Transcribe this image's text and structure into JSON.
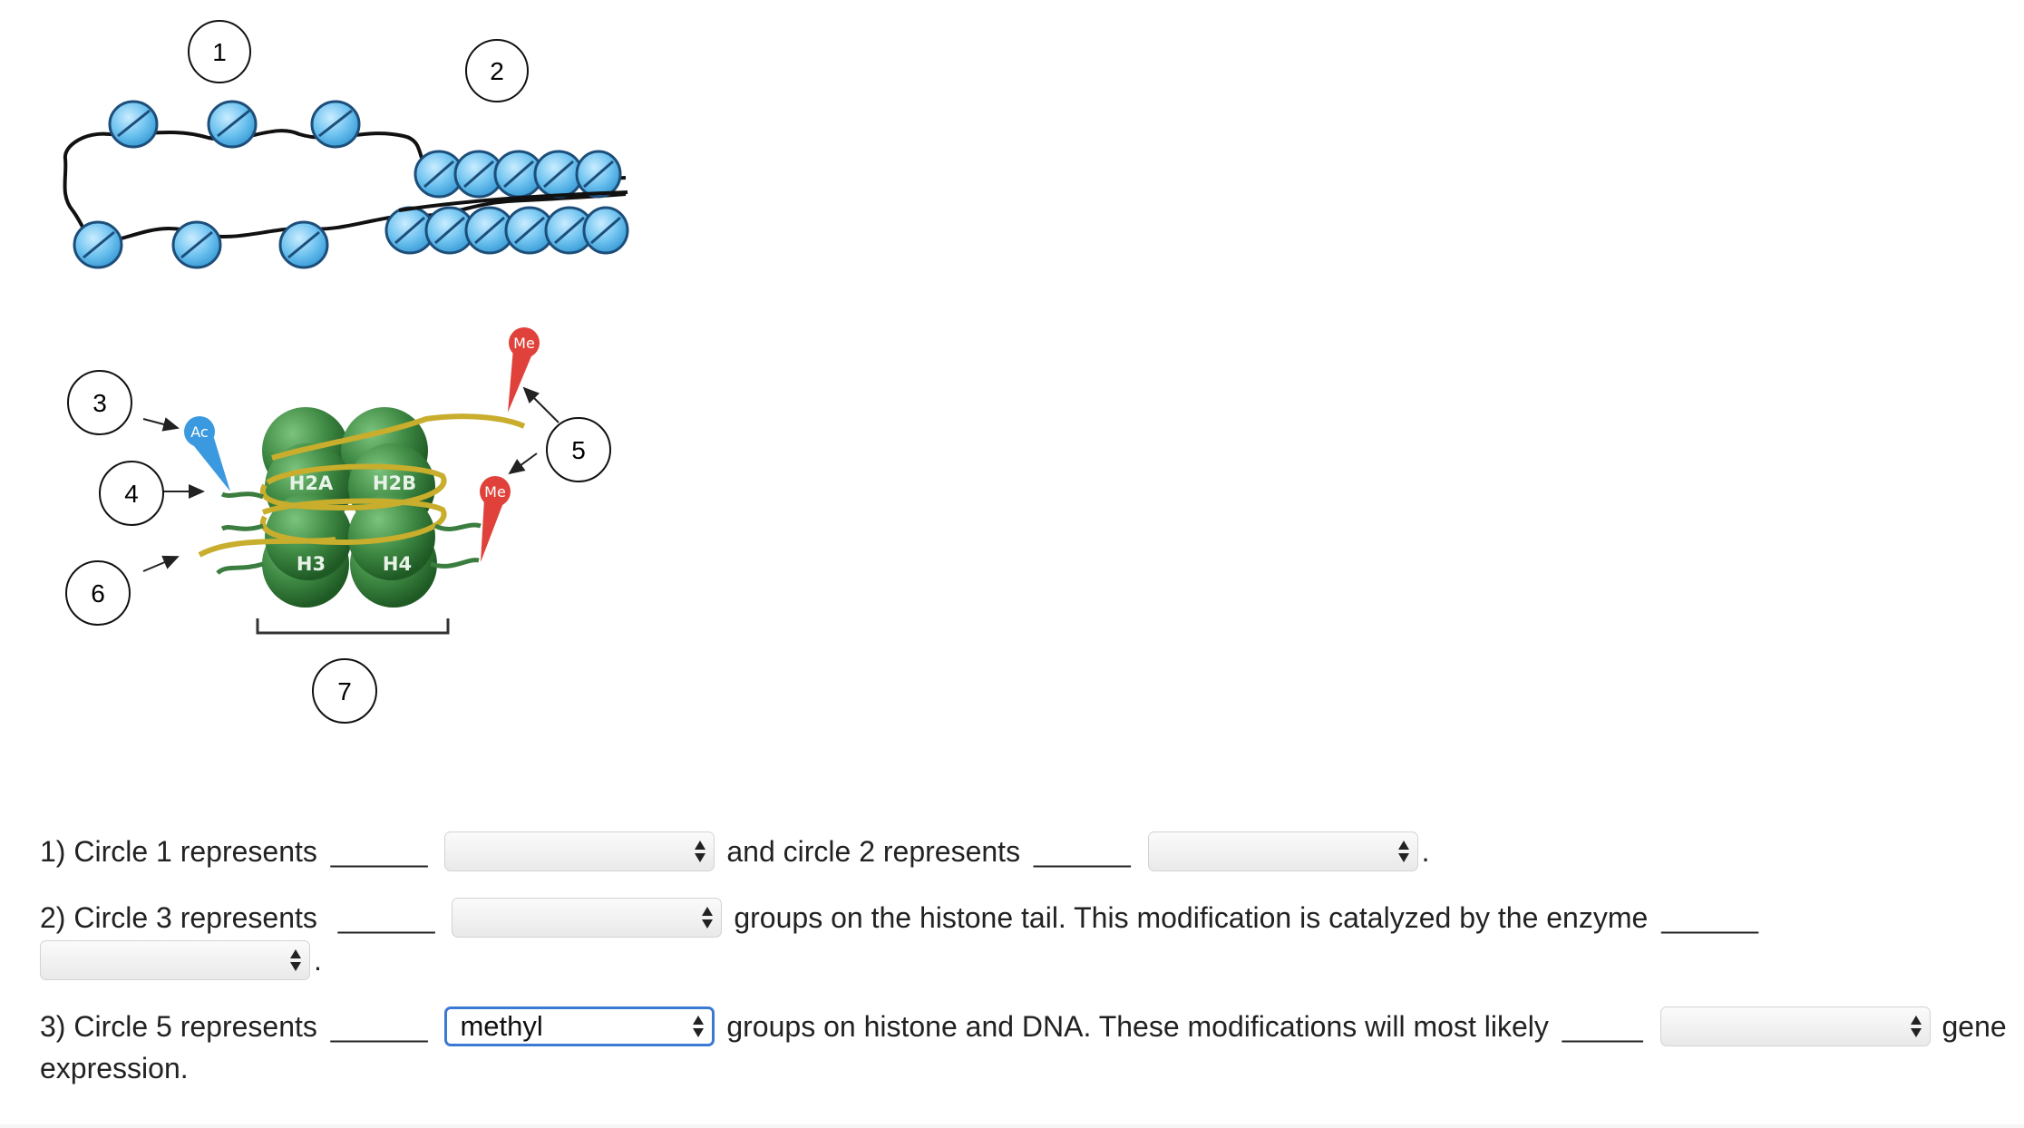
{
  "figure": {
    "circle_labels": [
      "1",
      "2",
      "3",
      "4",
      "5",
      "6",
      "7"
    ],
    "histones": [
      "H2A",
      "H2B",
      "H3",
      "H4"
    ],
    "acetyl_label": "Ac",
    "methyl_label": "Me"
  },
  "questions": {
    "q1": {
      "part1": "1) Circle 1 represents",
      "blank": "______",
      "select1_value": "",
      "part2": "and circle 2 represents",
      "select2_value": "",
      "end": "."
    },
    "q2": {
      "part1": "2) Circle 3 represents",
      "blank": "______",
      "select1_value": "",
      "part2": "groups on the histone tail. This modification is catalyzed by the enzyme",
      "select2_value": "",
      "end": "."
    },
    "q3": {
      "part1": "3) Circle 5 represents",
      "blank": "______",
      "select1_value": "methyl",
      "part2": "groups on histone and DNA. These modifications will most likely",
      "blank2": "_____",
      "select2_value": "",
      "part3": "gene",
      "line2": "expression."
    }
  },
  "colors": {
    "accent": "#3b7ad2",
    "nucleosome": "#6fc3f0",
    "histone_green": "#3f8a44",
    "dna_gold": "#c9ad2c",
    "ac_blue": "#3b99e0",
    "me_red": "#e0413a"
  }
}
